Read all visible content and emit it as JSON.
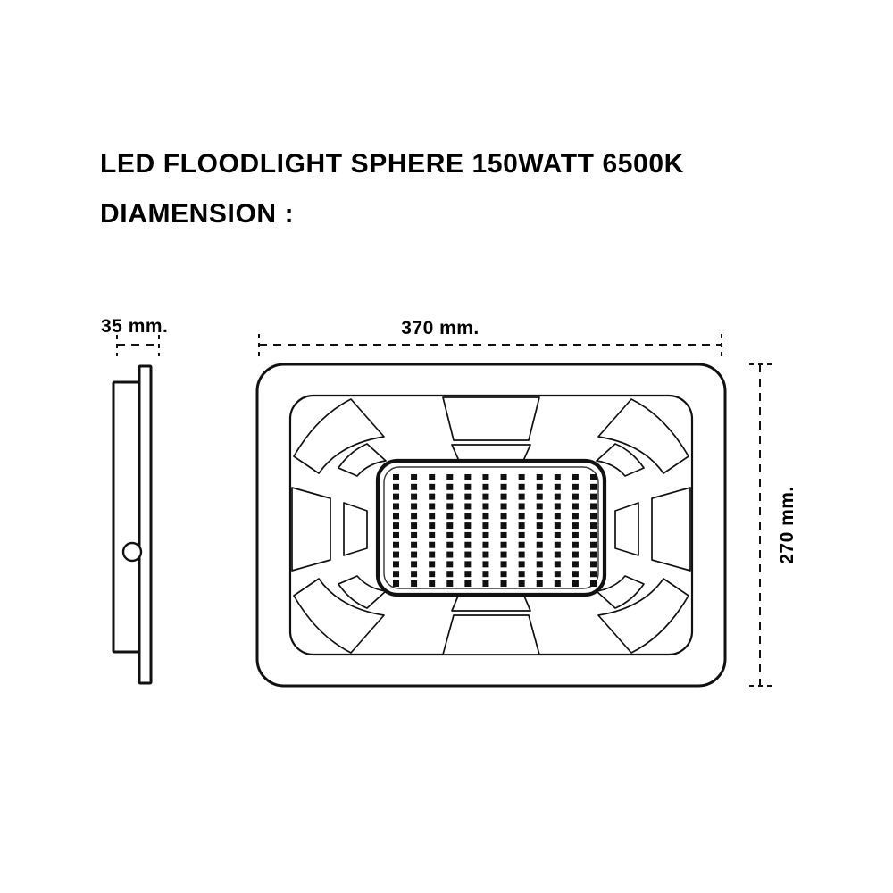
{
  "document": {
    "type": "technical-dimension-drawing",
    "background_color": "#ffffff",
    "line_color": "#111111"
  },
  "title": {
    "line1": "LED FLOODLIGHT SPHERE 150WATT 6500K",
    "line2": "DIAMENSION :"
  },
  "dimensions": {
    "depth": {
      "label": "35 mm.",
      "value": 35,
      "unit": "mm",
      "orientation": "horizontal",
      "applies_to": "side-view-depth"
    },
    "width": {
      "label": "370 mm.",
      "value": 370,
      "unit": "mm",
      "orientation": "horizontal",
      "applies_to": "front-view-width"
    },
    "height": {
      "label": "270 mm.",
      "value": 270,
      "unit": "mm",
      "orientation": "vertical-rotated",
      "applies_to": "front-view-height"
    }
  },
  "views": {
    "side_view": {
      "name": "side-profile-view",
      "has_mounting_hole": true,
      "parts": [
        "body-block",
        "faceplate-strip",
        "mounting-hole"
      ]
    },
    "front_view": {
      "name": "front-face-view",
      "parts": [
        "outer-housing",
        "inner-frame",
        "heatsink-fins",
        "led-panel"
      ],
      "led_panel": {
        "columns": 12,
        "rows": 12,
        "total_leds": 144,
        "led_color": "#111111"
      }
    }
  }
}
